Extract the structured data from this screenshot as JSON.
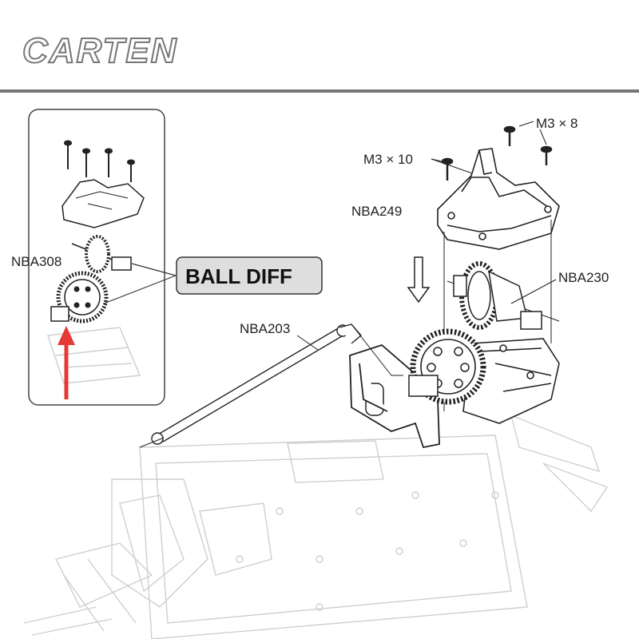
{
  "brand": {
    "logo_text": "CARTEN"
  },
  "inset": {
    "part_label": "NBA308",
    "callout": "BALL DIFF"
  },
  "main": {
    "labels": {
      "screw_m3x8": "M3 × 8",
      "screw_m3x10": "M3 × 10",
      "part_top_case": "NBA249",
      "part_diff": "NBA230",
      "part_shaft": "NBA203"
    }
  },
  "colors": {
    "line": "#333333",
    "light_line": "#c8c8c8",
    "arrow": "#e53935",
    "header_rule": "#777777",
    "callout_bg": "#dedede"
  }
}
